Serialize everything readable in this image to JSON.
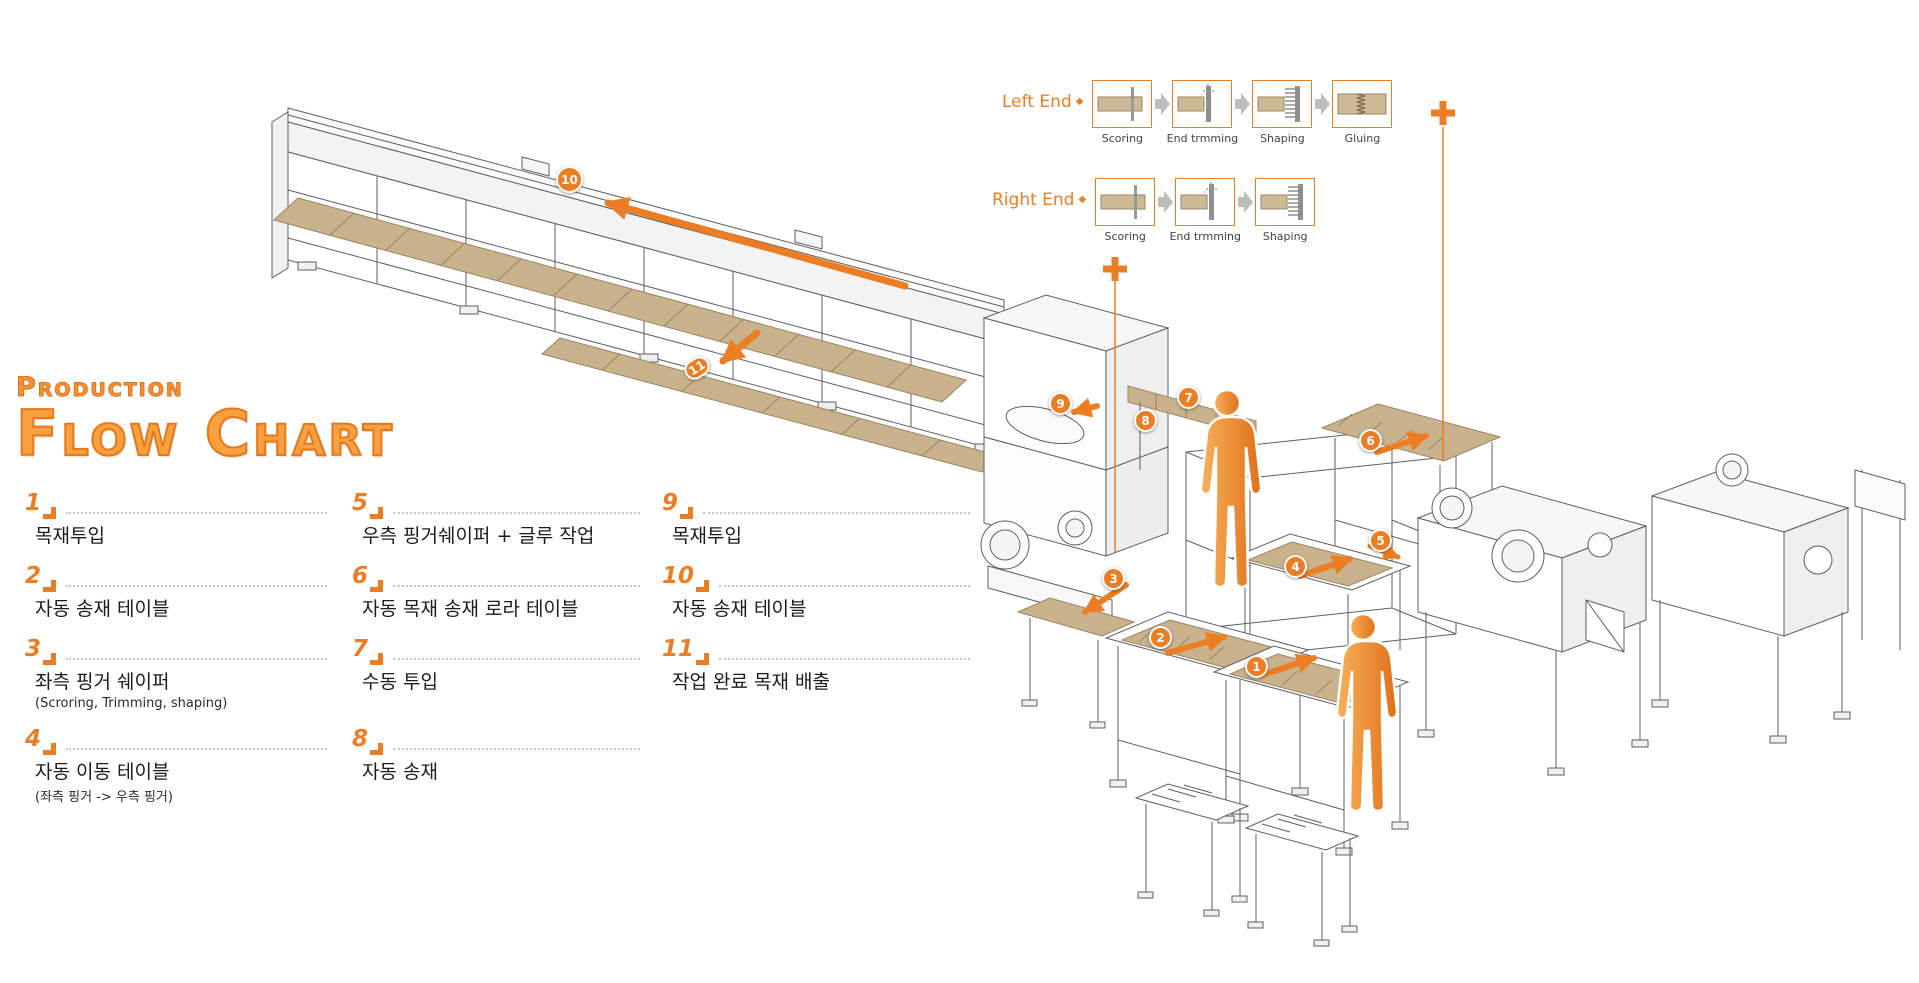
{
  "colors": {
    "accent": "#ed7d23",
    "wood": "#c9b28c",
    "outline": "#5f5f5f"
  },
  "title": {
    "eyebrow": "Production",
    "main": "Flow Chart"
  },
  "legend": {
    "col1": [
      {
        "num": "1",
        "label": "목재투입",
        "sub": ""
      },
      {
        "num": "2",
        "label": "자동 송재 테이블",
        "sub": ""
      },
      {
        "num": "3",
        "label": "좌측 핑거 쉐이퍼",
        "sub": "(Scroring, Trimming, shaping)"
      },
      {
        "num": "4",
        "label": "자동 이동 테이블",
        "sub": "(좌측 핑거 -> 우측 핑거)"
      }
    ],
    "col2": [
      {
        "num": "5",
        "label": "우측 핑거쉐이퍼 + 글루 작업",
        "sub": ""
      },
      {
        "num": "6",
        "label": "자동 목재 송재 로라 테이블",
        "sub": ""
      },
      {
        "num": "7",
        "label": "수동 투입",
        "sub": ""
      },
      {
        "num": "8",
        "label": "자동 송재",
        "sub": ""
      }
    ],
    "col3": [
      {
        "num": "9",
        "label": "목재투입",
        "sub": ""
      },
      {
        "num": "10",
        "label": "자동 송재 테이블",
        "sub": ""
      },
      {
        "num": "11",
        "label": "작업 완료 목재 배출",
        "sub": ""
      }
    ]
  },
  "processes": {
    "left_end": {
      "title": "Left End",
      "steps": [
        {
          "label": "Scoring"
        },
        {
          "label": "End trmming"
        },
        {
          "label": "Shaping"
        },
        {
          "label": "Gluing"
        }
      ]
    },
    "right_end": {
      "title": "Right End",
      "steps": [
        {
          "label": "Scoring"
        },
        {
          "label": "End trmming"
        },
        {
          "label": "Shaping"
        }
      ]
    }
  },
  "badges": [
    {
      "n": "1"
    },
    {
      "n": "2"
    },
    {
      "n": "3"
    },
    {
      "n": "4"
    },
    {
      "n": "5"
    },
    {
      "n": "6"
    },
    {
      "n": "7"
    },
    {
      "n": "8"
    },
    {
      "n": "9"
    },
    {
      "n": "10"
    },
    {
      "n": "11"
    }
  ]
}
